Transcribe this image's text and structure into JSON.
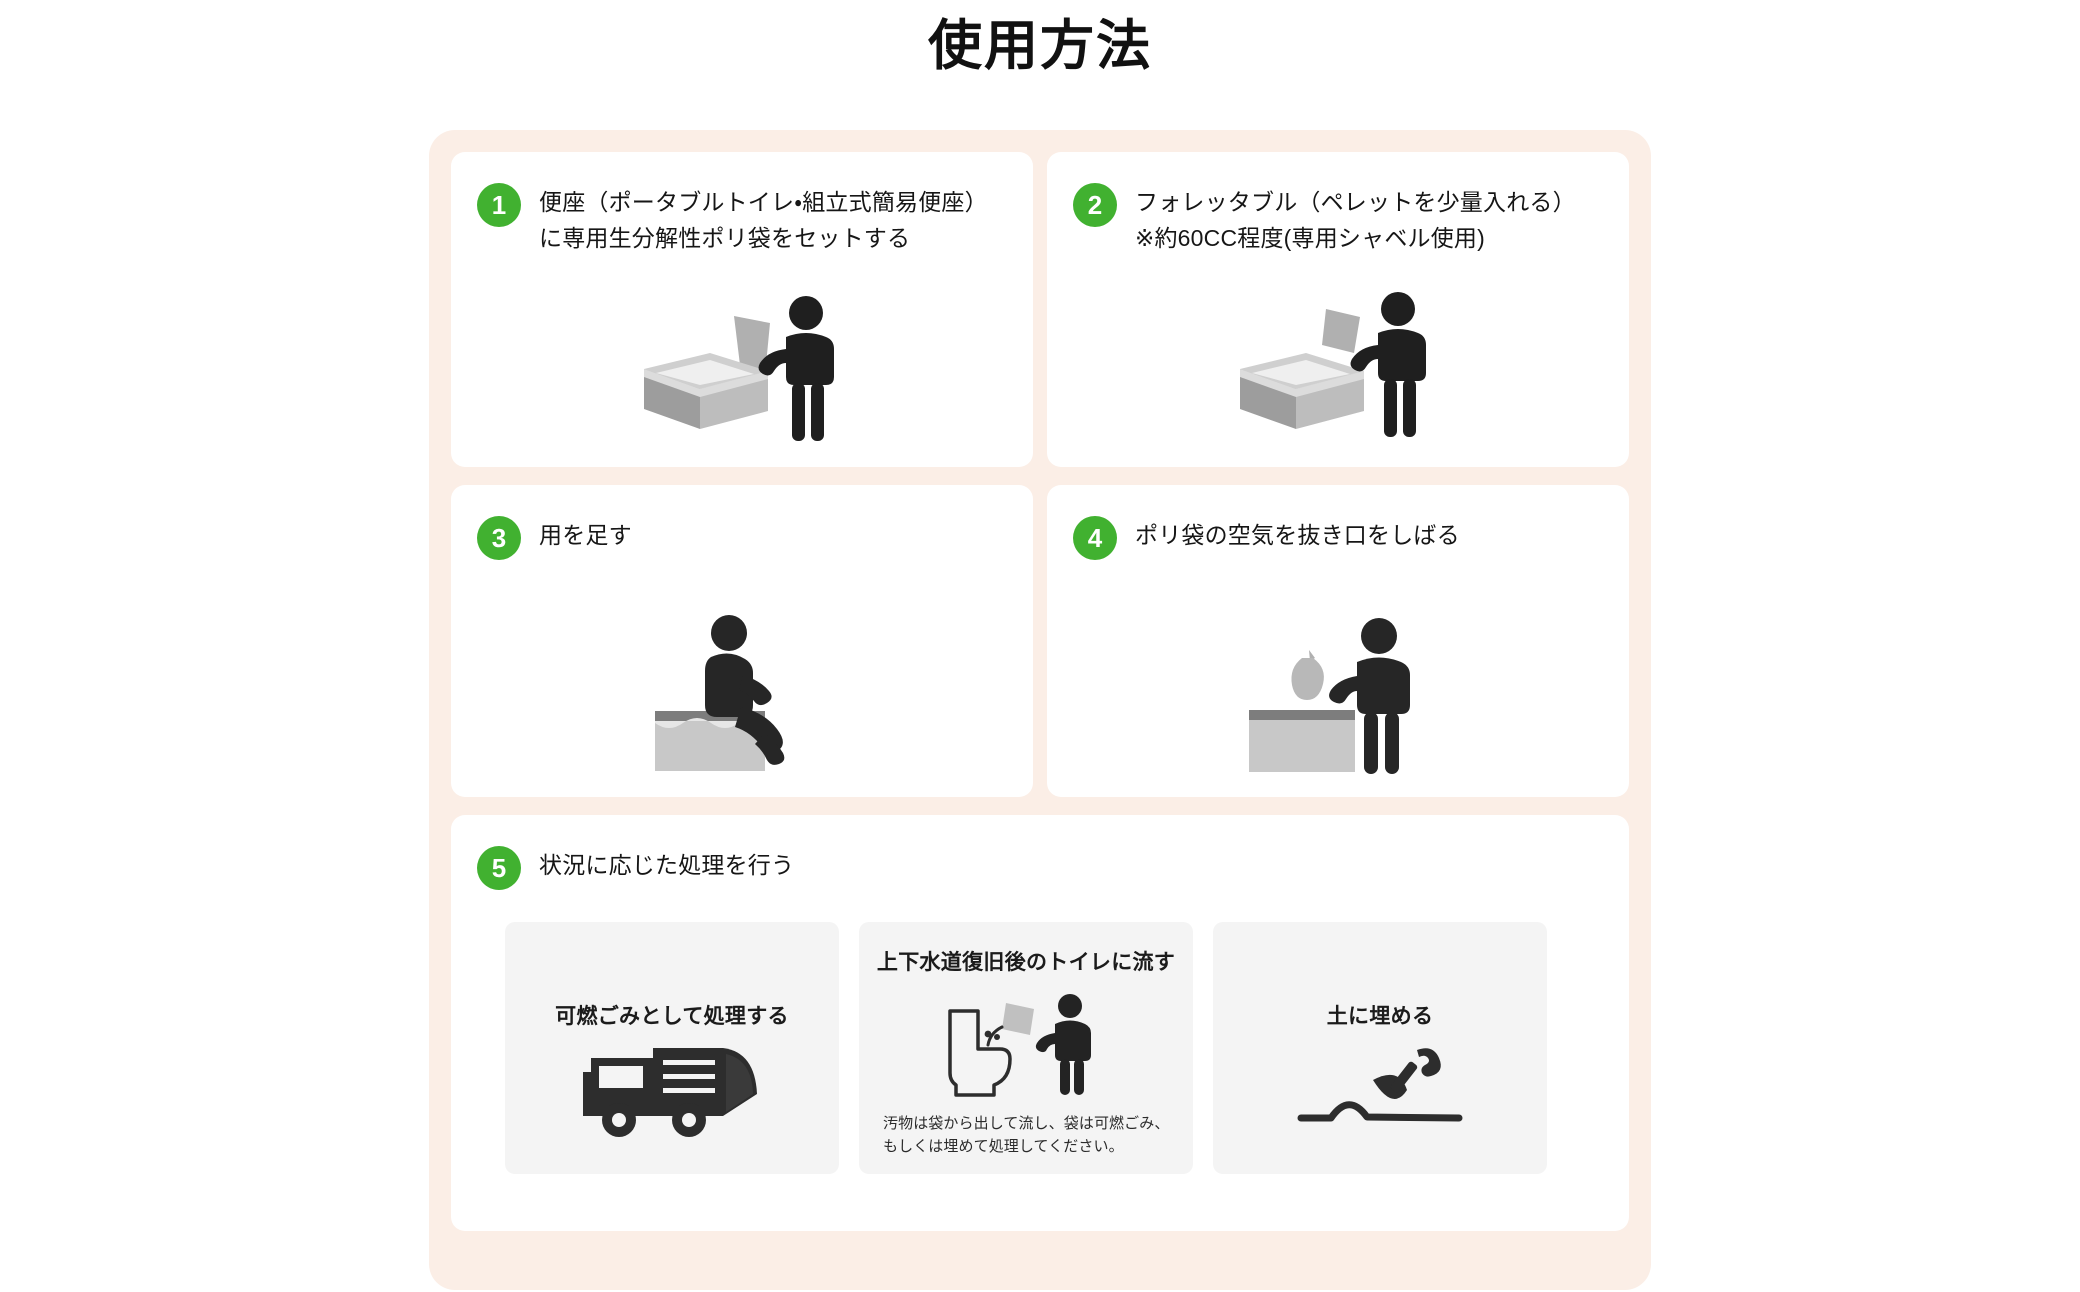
{
  "page": {
    "title": "使用方法",
    "background_color": "#ffffff",
    "panel_color": "#fbeee6",
    "card_color": "#ffffff",
    "subcard_color": "#f4f4f4",
    "badge_color": "#41b130",
    "icon_dark_color": "#2d2d2d",
    "icon_gray_color": "#b5b5b5"
  },
  "steps": [
    {
      "number": "1",
      "text_line1": "便座（ポータブルトイレ・組立式簡易便座）",
      "text_line2": "に専用生分解性ポリ袋をセットする",
      "icon": "bag-into-portable-toilet-icon"
    },
    {
      "number": "2",
      "text_line1": "フォレッタブル（ペレットを少量入れる）",
      "text_line2": "※約60CC程度(専用シャベル使用)",
      "icon": "pellets-into-toilet-icon"
    },
    {
      "number": "3",
      "text_line1": "用を足す",
      "text_line2": "",
      "icon": "person-sitting-on-toilet-icon"
    },
    {
      "number": "4",
      "text_line1": "ポリ袋の空気を抜き口をしばる",
      "text_line2": "",
      "icon": "tied-bag-icon"
    },
    {
      "number": "5",
      "text_line1": "状況に応じた処理を行う",
      "text_line2": "",
      "icon": ""
    }
  ],
  "disposal_options": [
    {
      "title": "可燃ごみとして処理する",
      "icon": "garbage-truck-icon",
      "note_line1": "",
      "note_line2": ""
    },
    {
      "title": "上下水道復旧後のトイレに流す",
      "icon": "flush-toilet-icon",
      "note_line1": "汚物は袋から出して流し、袋は可燃ごみ、",
      "note_line2": "もしくは埋めて処理してください。"
    },
    {
      "title": "土に埋める",
      "icon": "shovel-bury-icon",
      "note_line1": "",
      "note_line2": ""
    }
  ]
}
